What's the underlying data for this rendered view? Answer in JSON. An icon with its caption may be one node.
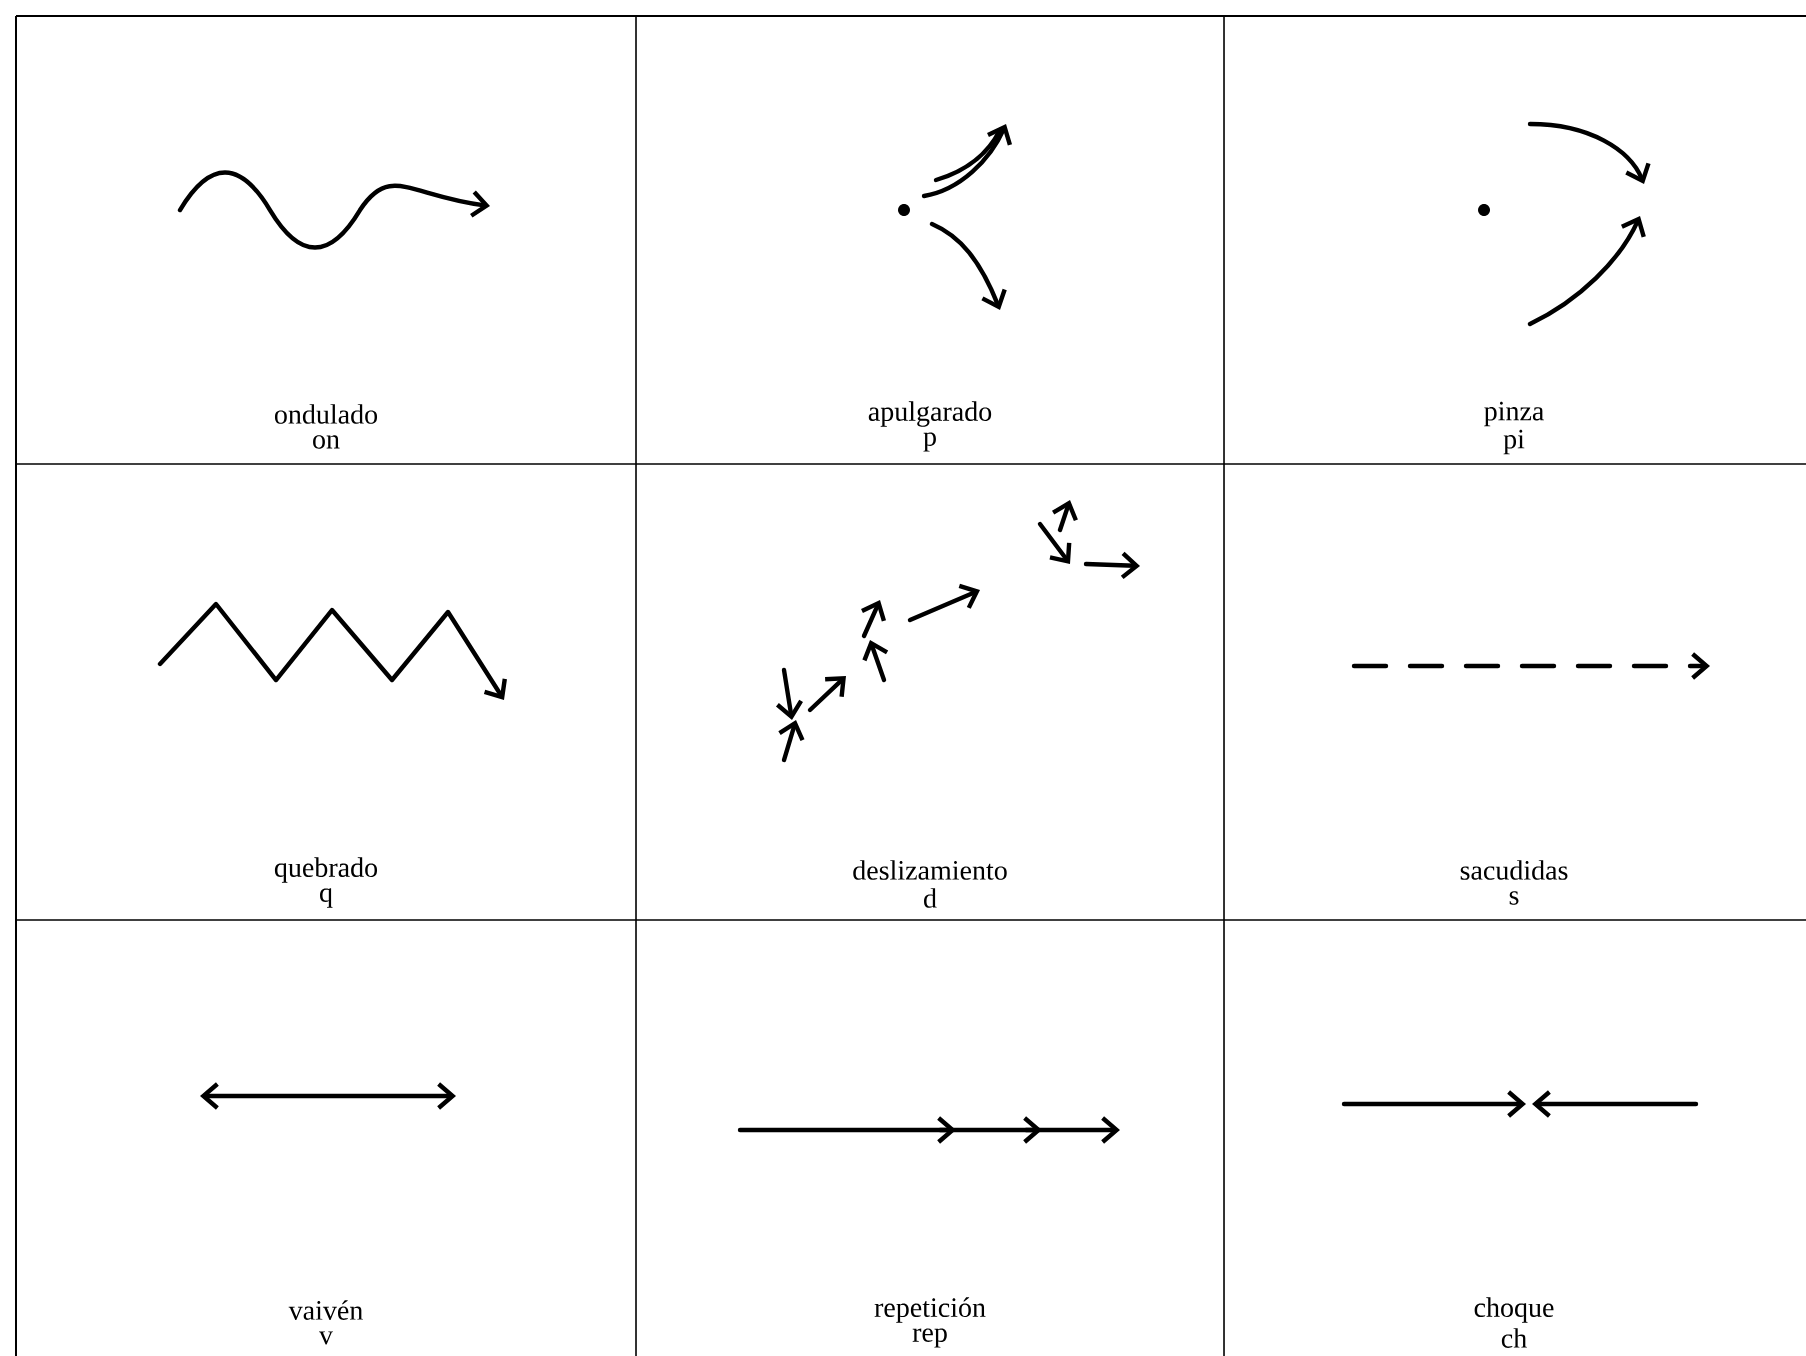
{
  "diagram": {
    "labels": [
      "ondulado",
      "on",
      "apulgarado",
      "p",
      "pinza",
      "pi",
      "quebrado",
      "q",
      "deslizamiento",
      "d",
      "sacudidas",
      "s",
      "vaivén",
      "v",
      "repetición",
      "rep",
      "choque",
      "ch"
    ]
  }
}
